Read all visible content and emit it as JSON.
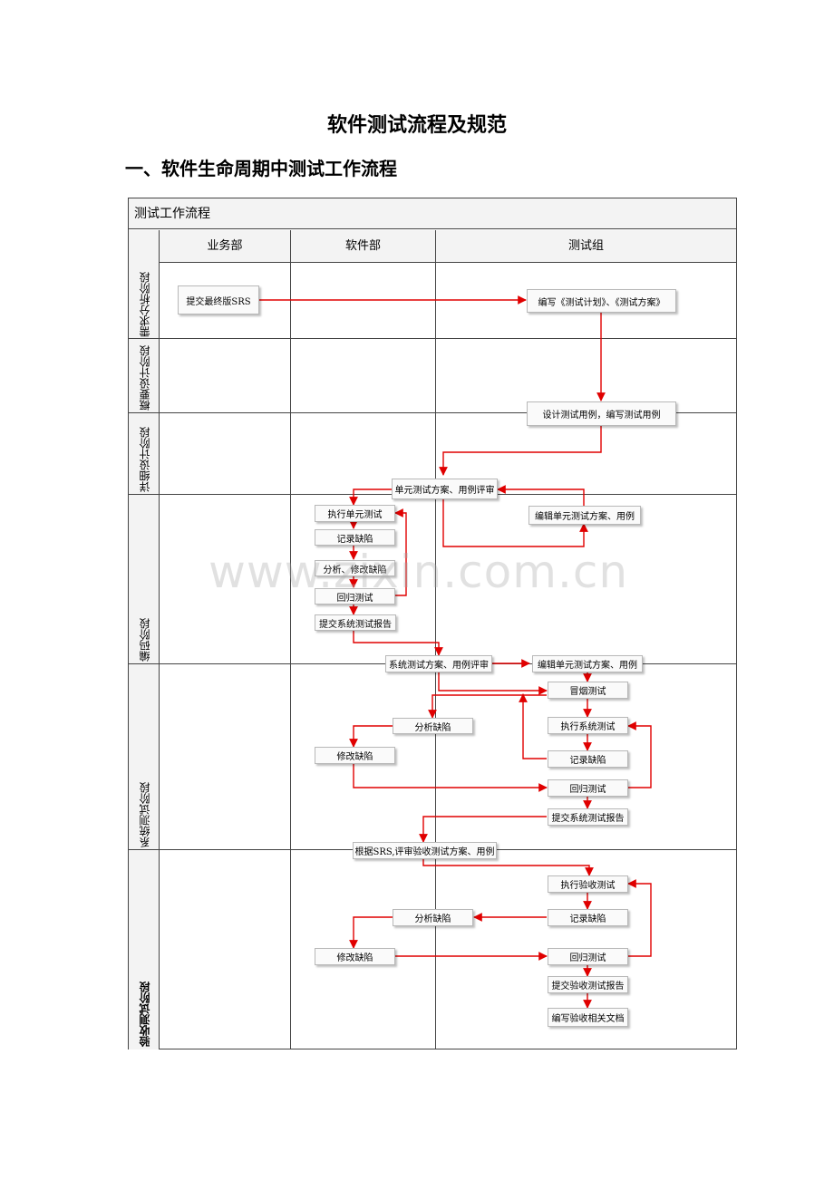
{
  "doc_title": "软件测试流程及规范",
  "section_heading": "一、软件生命周期中测试工作流程",
  "diagram": {
    "title": "测试工作流程",
    "lanes": [
      "业务部",
      "软件部",
      "测试组"
    ],
    "stages": [
      "需求分析阶段",
      "概要设计阶段",
      "详细设计阶段",
      "编码阶段",
      "系统测试阶段",
      "验收测试阶段"
    ],
    "boxes": {
      "submit_srs": "提交最终版SRS",
      "write_plan": "编写《测试计划》、《测试方案》",
      "design_cases": "设计测试用例，编写测试用例",
      "unit_review": "单元测试方案、用例评审",
      "edit_unit_plan_1": "编辑单元测试方案、用例",
      "exec_unit": "执行单元测试",
      "record_defect_1": "记录缺陷",
      "analyze_fix_1": "分析、修改缺陷",
      "regression_1": "回归测试",
      "submit_report_1": "提交系统测试报告",
      "sys_review": "系统测试方案、用例评审",
      "edit_unit_plan_2": "编辑单元测试方案、用例",
      "smoke_test": "冒烟测试",
      "analyze_2": "分析缺陷",
      "exec_sys": "执行系统测试",
      "fix_2": "修改缺陷",
      "record_defect_2": "记录缺陷",
      "regression_2": "回归测试",
      "submit_report_2": "提交系统测试报告",
      "acc_review": "根据SRS,评审验收测试方案、用例",
      "exec_acc": "执行验收测试",
      "analyze_3": "分析缺陷",
      "record_defect_3": "记录缺陷",
      "fix_3": "修改缺陷",
      "regression_3": "回归测试",
      "submit_acc_report": "提交验收测试报告",
      "write_docs": "编写验收相关文档"
    }
  },
  "watermark": "www.zixin.com.cn",
  "colors": {
    "arrow": "#e00000",
    "border": "#444444",
    "header_bg": "#f3f3f3"
  }
}
